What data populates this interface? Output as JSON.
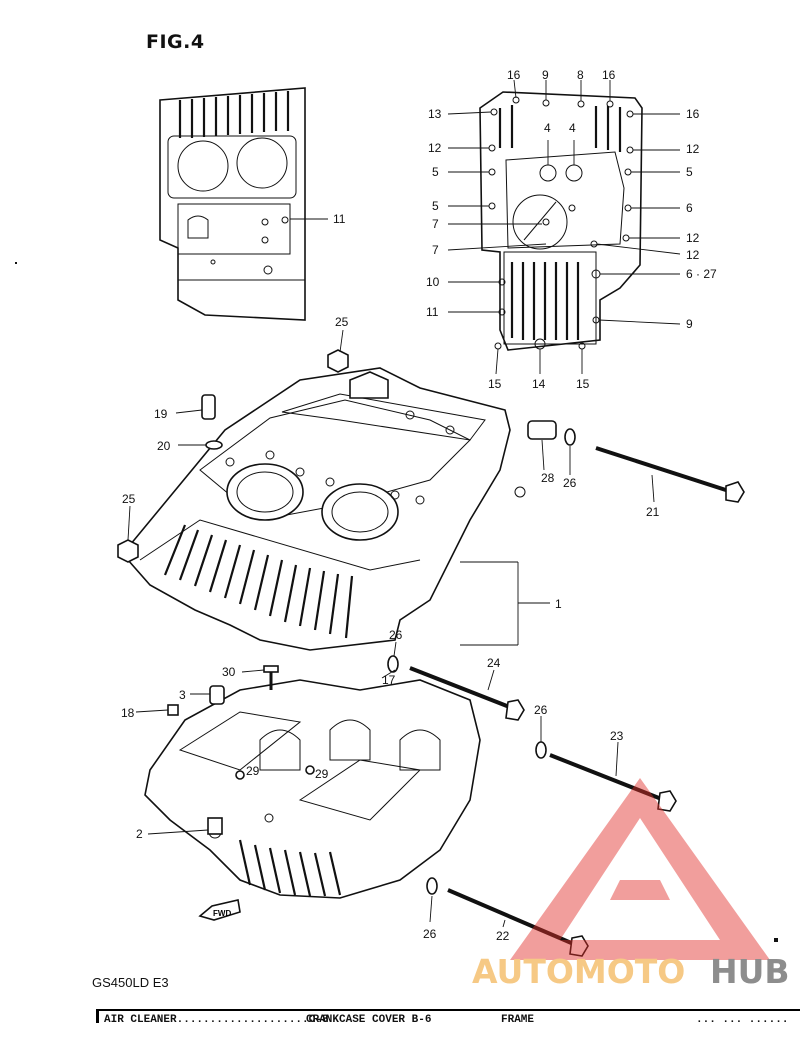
{
  "figure": {
    "title": "FIG.4",
    "model": "GS450LD E3"
  },
  "callouts": {
    "c1": "1",
    "c2": "2",
    "c3": "3",
    "c17": "17",
    "c18": "18",
    "c19": "19",
    "c20": "20",
    "c21": "21",
    "c22": "22",
    "c23": "23",
    "c24": "24",
    "c25a": "25",
    "c25b": "25",
    "c26a": "26",
    "c26b": "26",
    "c26c": "26",
    "c26d": "26",
    "c28": "28",
    "c29a": "29",
    "c29b": "29",
    "c30": "30",
    "inset1_11": "11",
    "inset2_16a": "16",
    "inset2_9a": "9",
    "inset2_8": "8",
    "inset2_16b": "16",
    "inset2_13": "13",
    "inset2_16c": "16",
    "inset2_4a": "4",
    "inset2_4b": "4",
    "inset2_12a": "12",
    "inset2_12b": "12",
    "inset2_5a": "5",
    "inset2_5b": "5",
    "inset2_5c": "5",
    "inset2_6": "6",
    "inset2_7a": "7",
    "inset2_7b": "7",
    "inset2_12c": "12",
    "inset2_12d": "12",
    "inset2_10": "10",
    "inset2_6_27": "6 · 27",
    "inset2_11": "11",
    "inset2_9b": "9",
    "inset2_15a": "15",
    "inset2_14": "14",
    "inset2_15b": "15"
  },
  "fwd_label": "FWD",
  "watermark": {
    "text_a": "AUTOMOTO",
    "text_b": "HUB",
    "color_a": "#f5c070",
    "color_b": "#7a7a7a",
    "logo_color": "#e0302a"
  },
  "index_bar": {
    "item1": "AIR CLEANER....................C-8",
    "item2": "CRANKCASE COVER         B-6",
    "item3": "FRAME              ",
    "item4": "... ... ......"
  }
}
